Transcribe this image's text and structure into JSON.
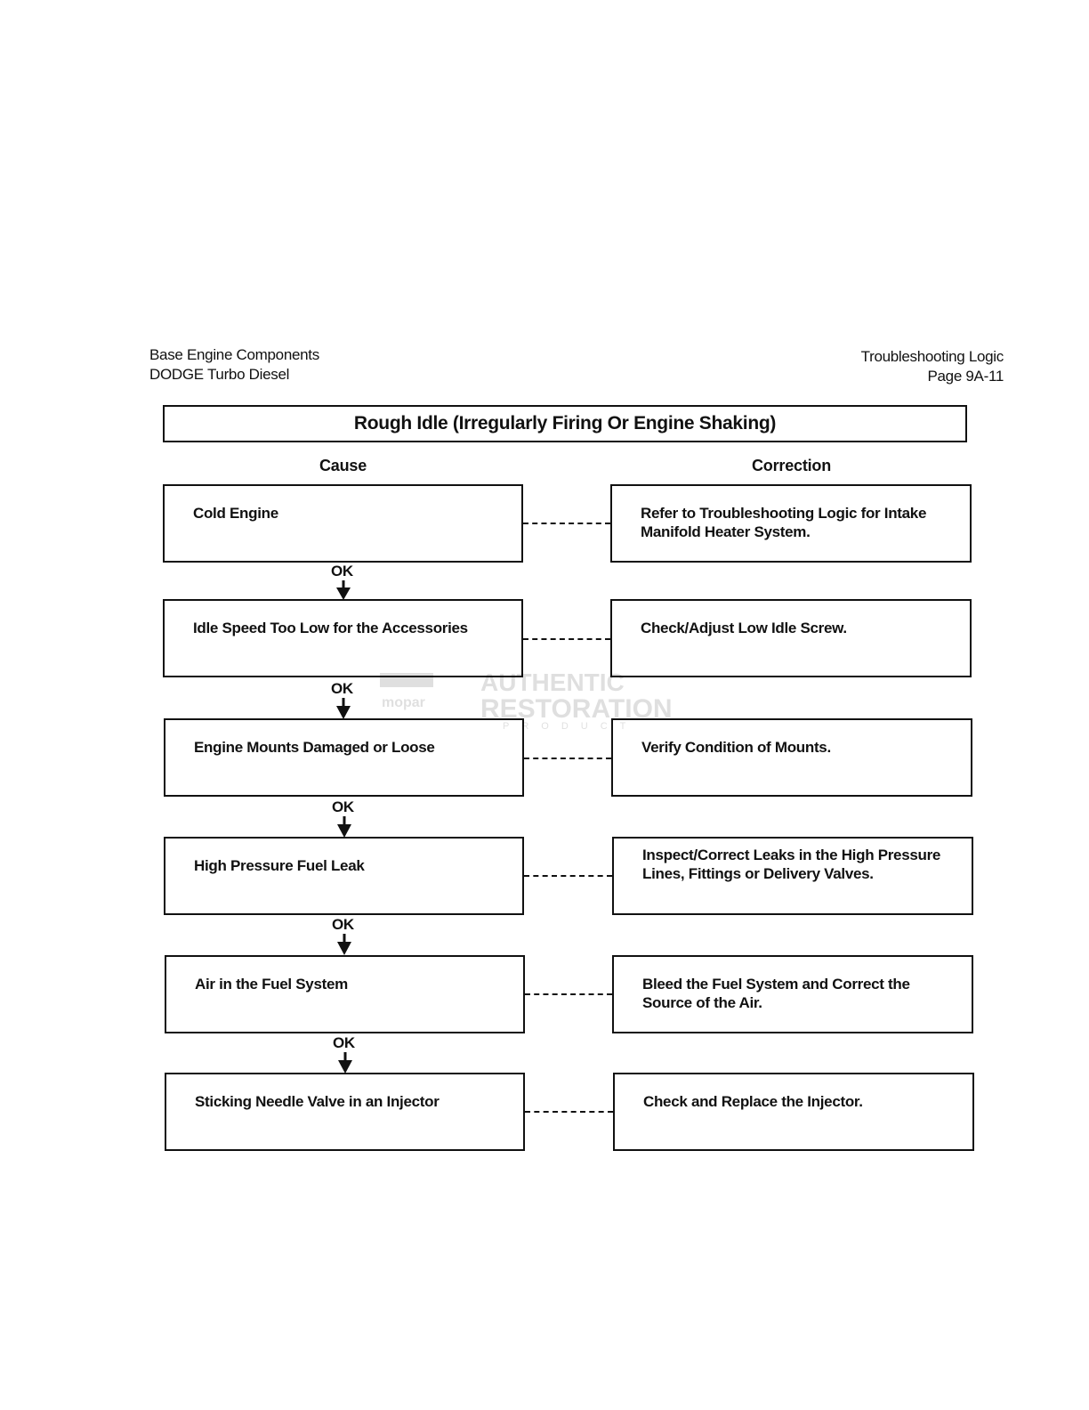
{
  "header": {
    "left_line1": "Base Engine Components",
    "left_line2": "DODGE Turbo Diesel",
    "right_line1": "Troubleshooting Logic",
    "right_line2": "Page 9A-11"
  },
  "chart": {
    "title": "Rough Idle (Irregularly Firing Or Engine Shaking)",
    "cause_heading": "Cause",
    "correction_heading": "Correction",
    "connector_label": "OK",
    "rows": [
      {
        "cause": "Cold Engine",
        "correction": "Refer to Troubleshooting Logic for Intake Manifold Heater System."
      },
      {
        "cause": "Idle Speed Too Low for the Accessories",
        "correction": "Check/Adjust Low Idle Screw."
      },
      {
        "cause": "Engine Mounts Damaged or Loose",
        "correction": "Verify Condition of Mounts."
      },
      {
        "cause": "High Pressure Fuel Leak",
        "correction": "Inspect/Correct Leaks in the High Pressure Lines, Fittings or Delivery Valves."
      },
      {
        "cause": "Air in the Fuel System",
        "correction": "Bleed the Fuel System and Correct the Source of the Air."
      },
      {
        "cause": "Sticking Needle Valve in an Injector",
        "correction": "Check and Replace the Injector."
      }
    ]
  },
  "watermark": {
    "line1": "AUTHENTIC",
    "line2": "RESTORATION",
    "line3": "PRODUCT",
    "logo": "mopar"
  }
}
